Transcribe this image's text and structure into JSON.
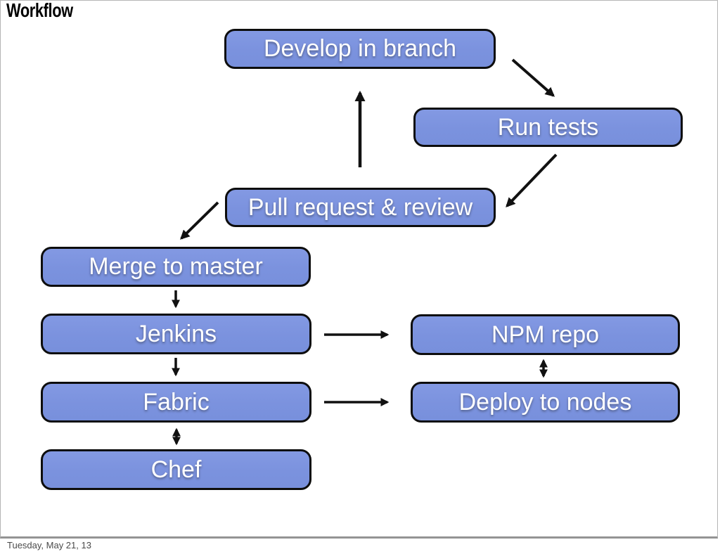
{
  "slide": {
    "title": "Workflow",
    "footer": "Tuesday, May 21, 13"
  },
  "diagram": {
    "nodes": [
      {
        "id": "develop-in-branch",
        "label": "Develop in branch"
      },
      {
        "id": "run-tests",
        "label": "Run tests"
      },
      {
        "id": "pull-request-review",
        "label": "Pull request & review"
      },
      {
        "id": "merge-to-master",
        "label": "Merge to master"
      },
      {
        "id": "jenkins",
        "label": "Jenkins"
      },
      {
        "id": "npm-repo",
        "label": "NPM repo"
      },
      {
        "id": "fabric",
        "label": "Fabric"
      },
      {
        "id": "deploy-to-nodes",
        "label": "Deploy to nodes"
      },
      {
        "id": "chef",
        "label": "Chef"
      }
    ],
    "edges": [
      {
        "from": "develop-in-branch",
        "to": "run-tests",
        "direction": "one-way"
      },
      {
        "from": "run-tests",
        "to": "pull-request-review",
        "direction": "one-way"
      },
      {
        "from": "pull-request-review",
        "to": "develop-in-branch",
        "direction": "one-way"
      },
      {
        "from": "pull-request-review",
        "to": "merge-to-master",
        "direction": "one-way"
      },
      {
        "from": "merge-to-master",
        "to": "jenkins",
        "direction": "one-way"
      },
      {
        "from": "jenkins",
        "to": "npm-repo",
        "direction": "one-way"
      },
      {
        "from": "jenkins",
        "to": "fabric",
        "direction": "one-way"
      },
      {
        "from": "fabric",
        "to": "deploy-to-nodes",
        "direction": "one-way"
      },
      {
        "from": "npm-repo",
        "to": "deploy-to-nodes",
        "direction": "two-way"
      },
      {
        "from": "fabric",
        "to": "chef",
        "direction": "two-way"
      }
    ]
  },
  "colors": {
    "box_fill": "#7b92de",
    "box_border": "#0d0d0d",
    "box_text": "#ffffff",
    "arrow": "#111111",
    "title_text": "#000000",
    "footer_text": "#4a4a4a",
    "background": "#ffffff"
  }
}
